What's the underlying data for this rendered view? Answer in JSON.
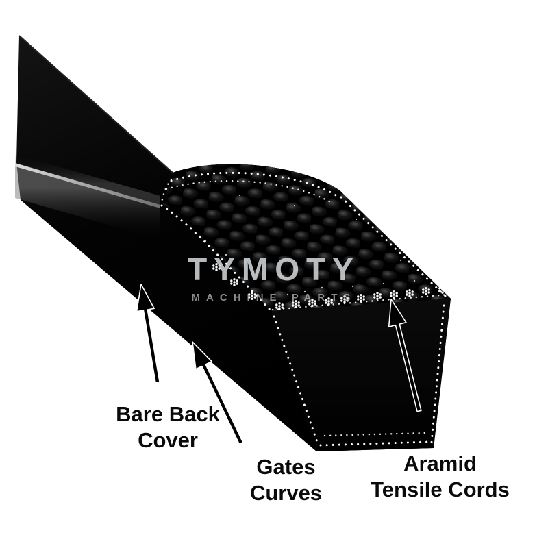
{
  "illustration": {
    "type": "v-belt-product-diagram",
    "watermark": {
      "title": "TYMOTY",
      "subtitle": "MACHINE PARTS"
    },
    "annotations": [
      {
        "id": "bare-back-cover",
        "line1": "Bare Back",
        "line2": "Cover"
      },
      {
        "id": "gates-curves",
        "line1": "Gates",
        "line2": "Curves"
      },
      {
        "id": "aramid-tensile-cords",
        "line1": "Aramid",
        "line2": "Tensile Cords"
      }
    ],
    "colors": {
      "background": "#ffffff",
      "belt": "#000000",
      "stitching": "#ffffff",
      "edge_highlight": "#c0c0c0",
      "label_text": "#000000",
      "watermark_text": "#c5cacd"
    }
  }
}
